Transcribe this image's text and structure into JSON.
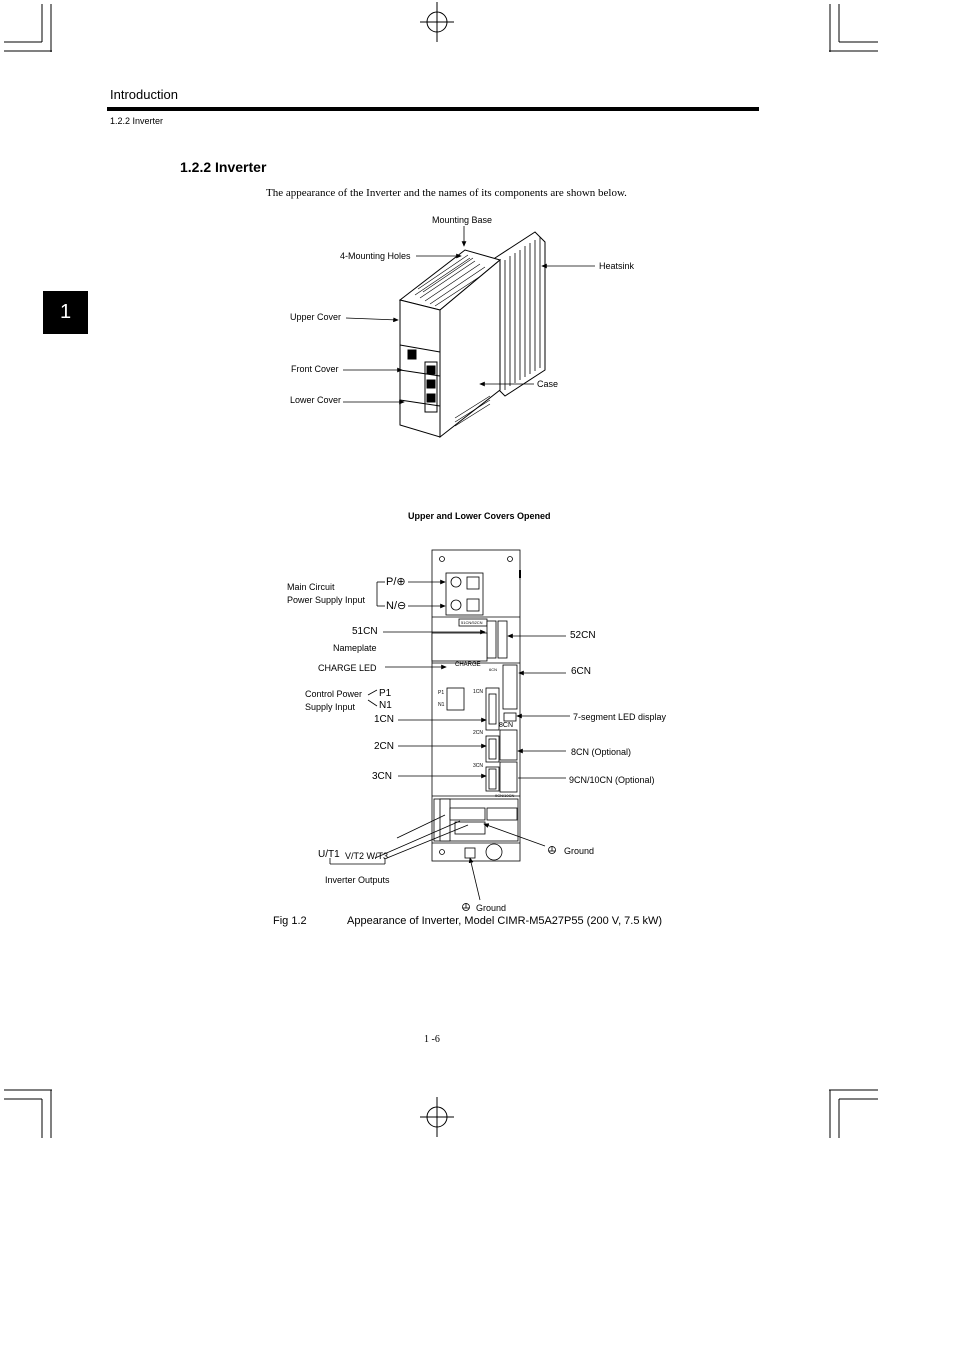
{
  "header": {
    "section": "Introduction",
    "subsection": "1.2.2 Inverter"
  },
  "chapter_tab": "1",
  "title": "1.2.2 Inverter",
  "intro_text": "The appearance of the Inverter and the names of its components are shown below.",
  "figure1": {
    "labels": {
      "mounting_base": "Mounting Base",
      "mounting_holes": "4-Mounting Holes",
      "heatsink": "Heatsink",
      "upper_cover": "Upper Cover",
      "front_cover": "Front Cover",
      "case": "Case",
      "lower_cover": "Lower Cover"
    }
  },
  "figure2": {
    "caption": "Upper and Lower Covers Opened",
    "labels": {
      "main_circuit_line1": "Main Circuit",
      "main_circuit_line2": "Power Supply Input",
      "p_terminal": "P/⊕",
      "n_terminal": "N/⊖",
      "cn51": "51CN",
      "nameplate": "Nameplate",
      "charge_led": "CHARGE LED",
      "control_power_line1": "Control Power",
      "control_power_line2": "Supply Input",
      "p1": "P1",
      "n1": "N1",
      "cn1": "1CN",
      "cn2": "2CN",
      "cn3": "3CN",
      "cn52": "52CN",
      "cn6": "6CN",
      "led_display": "7-segment LED display",
      "cn8": "8CN (Optional)",
      "cn9_10": "9CN/10CN (Optional)",
      "ground_right": "Ground",
      "ground_bottom": "Ground",
      "ut1": "U/T1",
      "vt2_wt3": "V/T2 W/T3",
      "inverter_outputs": "Inverter Outputs",
      "inner_51_52": "51CN/52CN",
      "inner_charge": "CHARGE",
      "inner_6cn": "6CN",
      "inner_p1": "P1",
      "inner_n1": "N1",
      "inner_1cn": "1CN",
      "inner_2cn": "2CN",
      "inner_3cn": "3CN",
      "inner_8cn": "8CN",
      "inner_910cn": "9CN/10CN"
    }
  },
  "figure_caption": {
    "number": "Fig 1.2",
    "text": "Appearance of Inverter, Model CIMR-M5A27P55 (200 V, 7.5 kW)"
  },
  "page_number": "1 -6"
}
